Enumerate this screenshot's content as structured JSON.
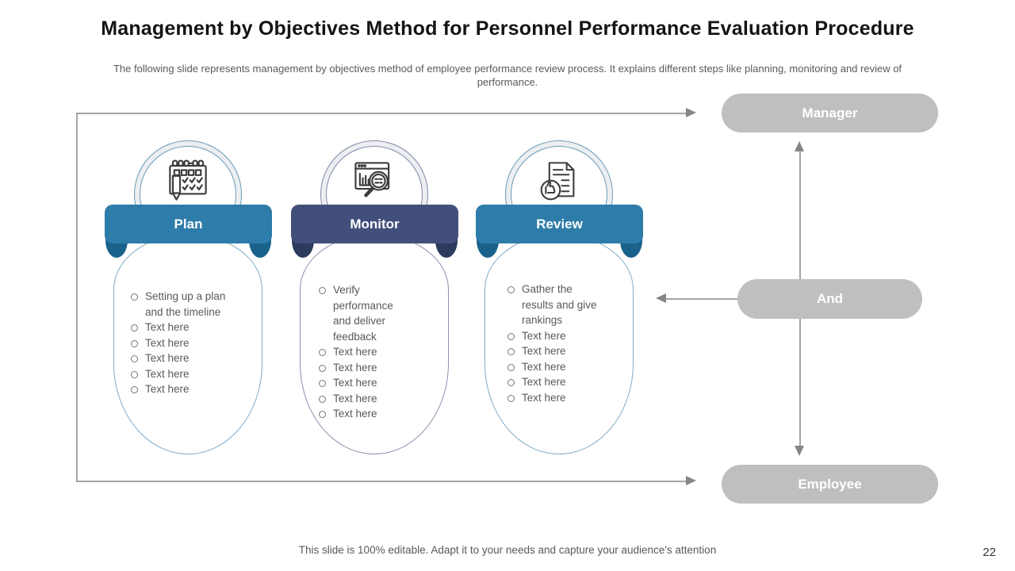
{
  "slide": {
    "title": "Management by Objectives Method for Personnel Performance Evaluation Procedure",
    "subtitle": "The following slide represents management by objectives method of employee performance review process. It explains different steps like planning,  monitoring and review of performance.",
    "footer": "This slide is 100% editable.  Adapt it to your needs and capture your audience's attention",
    "page_number": "22"
  },
  "columns": [
    {
      "id": "plan",
      "label": "Plan",
      "icon": "calendar-pencil-icon",
      "colors": {
        "banner": "#2e7ca9",
        "fold": "#19628b",
        "outline": "#7fabc7"
      },
      "bullets": [
        "Setting up a plan and the timeline",
        "Text here",
        "Text here",
        "Text here",
        "Text here",
        "Text here"
      ]
    },
    {
      "id": "monitor",
      "label": "Monitor",
      "icon": "analytics-magnifier-icon",
      "colors": {
        "banner": "#424f7b",
        "fold": "#2c3a5e",
        "outline": "#8a93b0"
      },
      "bullets": [
        "Verify performance and deliver feedback",
        "Text here",
        "Text here",
        "Text here",
        "Text here",
        "Text here"
      ]
    },
    {
      "id": "review",
      "label": "Review",
      "icon": "document-thumbs-up-icon",
      "colors": {
        "banner": "#2e7ca9",
        "fold": "#19628b",
        "outline": "#7fabc7"
      },
      "bullets": [
        "Gather the results and give rankings",
        "Text here",
        "Text here",
        "Text here",
        "Text here",
        "Text here"
      ]
    }
  ],
  "actors": [
    {
      "label": "Manager"
    },
    {
      "label": "And"
    },
    {
      "label": "Employee"
    }
  ],
  "colors": {
    "actor_pill": "#bfbfbf",
    "connector": "#8c8c8c",
    "body_text": "#595959"
  }
}
